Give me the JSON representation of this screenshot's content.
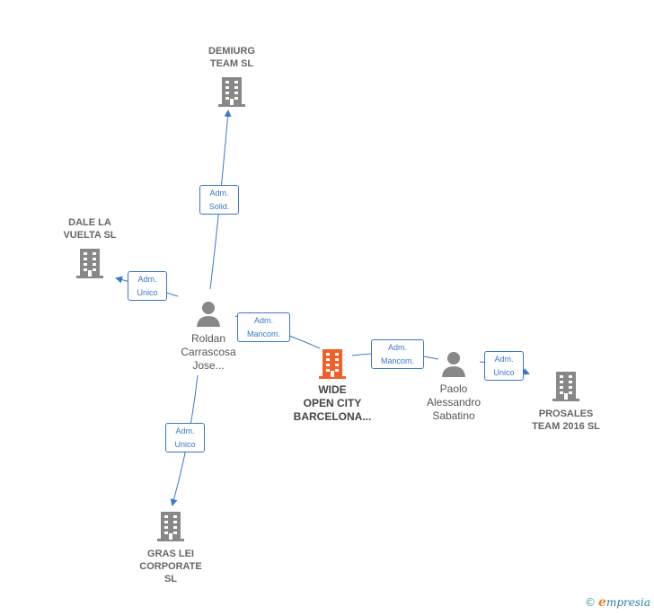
{
  "colors": {
    "company": "#888888",
    "main_company": "#f0602a",
    "person": "#888888",
    "edge": "#3a78c8"
  },
  "nodes": {
    "demiurg": {
      "label": "DEMIURG\nTEAM  SL",
      "icon": "building-icon"
    },
    "dale": {
      "label": "DALE LA\nVUELTA SL",
      "icon": "building-icon"
    },
    "roldan": {
      "label": "Roldan\nCarrascosa\nJose...",
      "icon": "person-icon"
    },
    "wide": {
      "label": "WIDE\nOPEN CITY\nBARCELONA...",
      "icon": "building-icon"
    },
    "paolo": {
      "label": "Paolo\nAlessandro\nSabatino",
      "icon": "person-icon"
    },
    "prosales": {
      "label": "PROSALES\nTEAM 2016  SL",
      "icon": "building-icon"
    },
    "gras": {
      "label": "GRAS LEI\nCORPORATE\nSL",
      "icon": "building-icon"
    }
  },
  "edges": [
    {
      "id": "roldan-demiurg",
      "label1": "Adm.",
      "label2": "Solid."
    },
    {
      "id": "roldan-dale",
      "label1": "Adm.",
      "label2": "Unico"
    },
    {
      "id": "roldan-wide",
      "label1": "Adm.",
      "label2": "Mancom."
    },
    {
      "id": "paolo-wide",
      "label1": "Adm.",
      "label2": "Mancom."
    },
    {
      "id": "paolo-prosales",
      "label1": "Adm.",
      "label2": "Unico"
    },
    {
      "id": "roldan-gras",
      "label1": "Adm.",
      "label2": "Unico"
    }
  ],
  "footer": {
    "copyright": "©",
    "brand_first": "e",
    "brand_rest": "mpresia"
  }
}
